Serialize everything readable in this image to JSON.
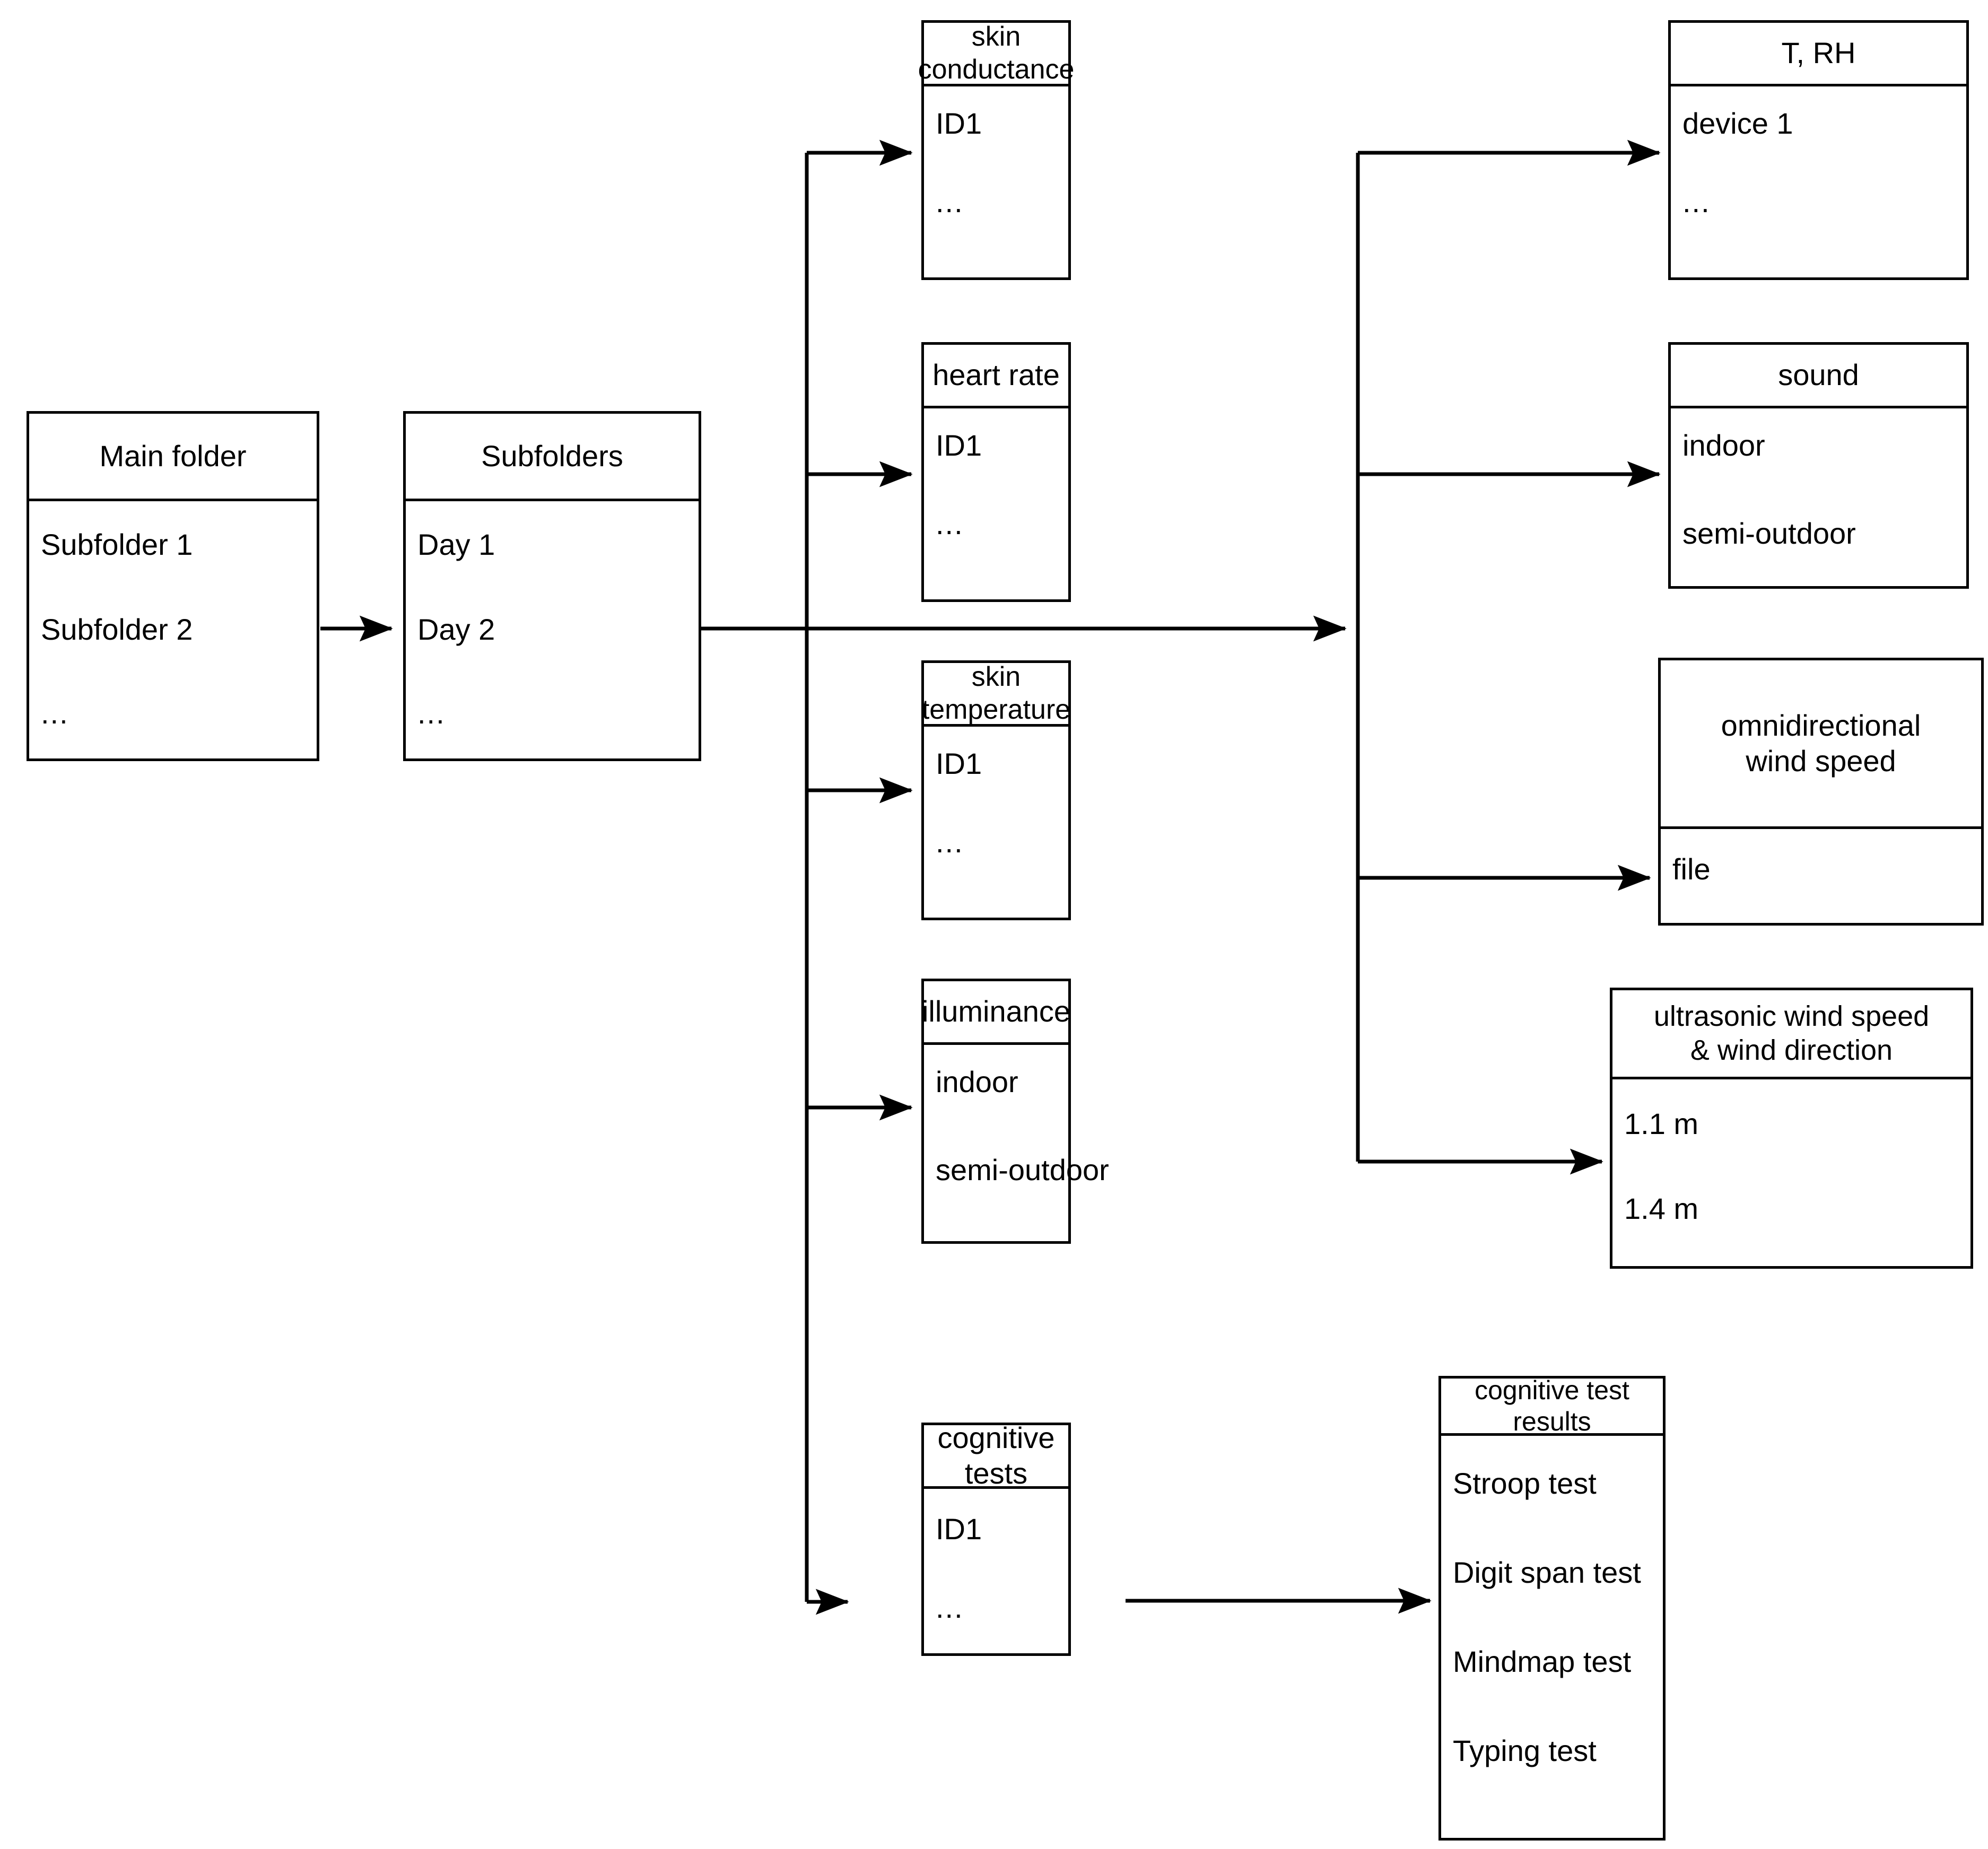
{
  "diagram": {
    "type": "flowchart",
    "title": "",
    "style": {
      "stroke": "#000000",
      "fill": "#ffffff",
      "text": "#000000"
    },
    "nodes": [
      {
        "id": "main-folder",
        "header": "Main folder",
        "rows": [
          "Subfolder 1",
          "Subfolder 2",
          "..."
        ]
      },
      {
        "id": "subfolders",
        "header": "Subfolders",
        "rows": [
          "Day 1",
          "Day 2",
          "..."
        ]
      },
      {
        "id": "skin-conductance",
        "header": "skin conductance",
        "rows": [
          "ID1",
          "..."
        ]
      },
      {
        "id": "heart-rate",
        "header": "heart rate",
        "rows": [
          "ID1",
          "..."
        ]
      },
      {
        "id": "skin-temperature",
        "header": "skin temperature",
        "rows": [
          "ID1",
          "..."
        ]
      },
      {
        "id": "illuminance",
        "header": "illuminance",
        "rows": [
          "indoor",
          "semi-outdoor"
        ]
      },
      {
        "id": "cognitive-tests",
        "header": "cognitive tests",
        "rows": [
          "ID1",
          "..."
        ]
      },
      {
        "id": "t-rh",
        "header": "T, RH",
        "rows": [
          "device 1",
          "..."
        ]
      },
      {
        "id": "sound",
        "header": "sound",
        "rows": [
          "indoor",
          "semi-outdoor"
        ]
      },
      {
        "id": "omnidirectional-wind-speed",
        "header": "omnidirectional\nwind speed",
        "header_line1": "omnidirectional",
        "header_line2": "wind speed",
        "rows": [
          "file"
        ]
      },
      {
        "id": "ultrasonic-wind",
        "header": "ultrasonic wind speed\n& wind direction",
        "header_line1": "ultrasonic wind speed",
        "header_line2": "& wind direction",
        "rows": [
          "1.1 m",
          "1.4 m"
        ]
      },
      {
        "id": "cognitive-test-results",
        "header": "cognitive test\nresults",
        "header_line1": "cognitive test",
        "header_line2": "results",
        "rows": [
          "Stroop test",
          "Digit span test",
          "Mindmap test",
          "Typing test"
        ]
      }
    ],
    "edges": [
      {
        "from": "main-folder",
        "to": "subfolders"
      },
      {
        "from": "subfolders",
        "to": "skin-conductance"
      },
      {
        "from": "subfolders",
        "to": "heart-rate"
      },
      {
        "from": "subfolders",
        "to": "skin-temperature"
      },
      {
        "from": "subfolders",
        "to": "illuminance"
      },
      {
        "from": "subfolders",
        "to": "cognitive-tests"
      },
      {
        "from": "subfolders",
        "to": "t-rh"
      },
      {
        "from": "subfolders",
        "to": "sound"
      },
      {
        "from": "subfolders",
        "to": "omnidirectional-wind-speed"
      },
      {
        "from": "subfolders",
        "to": "ultrasonic-wind"
      },
      {
        "from": "cognitive-tests",
        "to": "cognitive-test-results"
      }
    ]
  }
}
